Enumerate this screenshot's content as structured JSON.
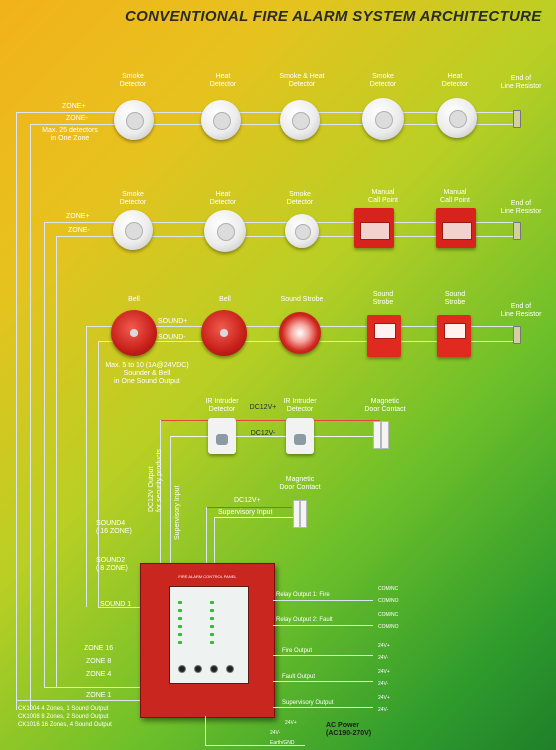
{
  "title": "CONVENTIONAL FIRE ALARM SYSTEM ARCHITECTURE",
  "row1": {
    "devices": [
      "Smoke\nDetector",
      "Heat\nDetector",
      "Smoke & Heat\nDetector",
      "Smoke\nDetector",
      "Heat\nDetector"
    ],
    "eol": "End of\nLine Resistor",
    "zone_plus": "ZONE+",
    "zone_minus": "ZONE-",
    "note": "Max. 25 detectors\nin One Zone"
  },
  "row2": {
    "devices": [
      "Smoke\nDetector",
      "Heat\nDetector",
      "Smoke\nDetector",
      "Manual\nCall Point",
      "Manual\nCall Point"
    ],
    "eol": "End of\nLine Resistor",
    "zone_plus": "ZONE+",
    "zone_minus": "ZONE-"
  },
  "row3": {
    "devices": [
      "Bell",
      "Bell",
      "Sound Strobe",
      "Sound\nStrobe",
      "Sound\nStrobe"
    ],
    "eol": "End of\nLine Resistor",
    "sound_plus": "SOUND+",
    "sound_minus": "SOUND-",
    "note": "Max. 5 to 10 (1A@24VDC)\nSounder & Bell\nin One Sound Output"
  },
  "security": {
    "ir1": "IR Intruder\nDetector",
    "ir2": "IR Intruder\nDetector",
    "mag1": "Magnetic\nDoor Contact",
    "mag2": "Magnetic\nDoor Contact",
    "dc12_plus": "DC12V+",
    "dc12_minus": "DC12V-",
    "dc12_plus2": "DC12V+",
    "supervisory": "Supervisory Input",
    "vert_output": "DC12V Output\nfor security products",
    "vert_supervisory": "Supervisory Input"
  },
  "panel": {
    "title": "FIRE ALARM CONTROL PANEL",
    "sound_labels": [
      "SOUND4\n( 16 ZONE)",
      "SOUND2\n( 8 ZONE)",
      "SOUND 1"
    ],
    "zone_labels": [
      "ZONE 16",
      "ZONE 8",
      "ZONE 4",
      "ZONE 1"
    ],
    "outputs": [
      "Relay Output 1: Fire",
      "Relay Output 2: Fault",
      "Fire Output",
      "Fault Output",
      "Supervisory Output"
    ],
    "output_values": [
      "COM/NC",
      "COM/NO",
      "24V+",
      "24V-"
    ],
    "bottom_labels": [
      "24V+",
      "24V-",
      "Earth/GND"
    ],
    "ac_power": "AC Power\n(AC190-270V)"
  },
  "models": [
    "CK1004  4 Zones, 1 Sound Output",
    "CK1008  8 Zones, 2 Sound Output",
    "CK1016 16 Zones, 4 Sound Output"
  ]
}
